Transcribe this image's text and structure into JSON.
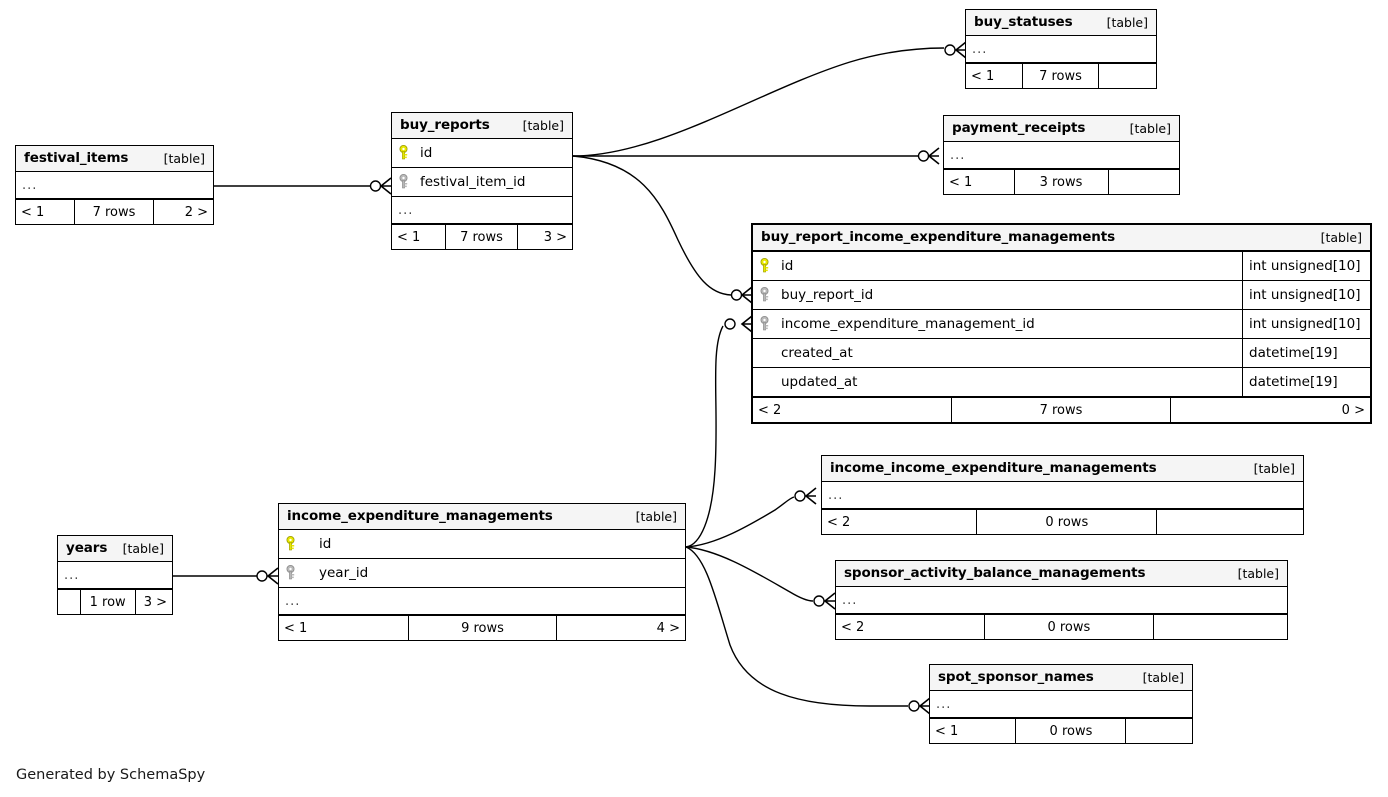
{
  "diagram": {
    "generator_credit": "Generated by SchemaSpy",
    "kind_label": "[table]",
    "ellipsis": "...",
    "colors": {
      "primary_key_icon": "#e8e800",
      "foreign_key_icon": "#b0b0b0",
      "table_header_bg": "#f5f5f5",
      "border": "#000000",
      "background": "#ffffff"
    }
  },
  "tables": {
    "festival_items": {
      "name": "festival_items",
      "kind": "[table]",
      "columns": [],
      "footer": {
        "left": "< 1",
        "center": "7 rows",
        "right": "2 >"
      }
    },
    "buy_reports": {
      "name": "buy_reports",
      "kind": "[table]",
      "columns": [
        {
          "key": "primary",
          "name": "id"
        },
        {
          "key": "foreign",
          "name": "festival_item_id"
        }
      ],
      "footer": {
        "left": "< 1",
        "center": "7 rows",
        "right": "3 >"
      }
    },
    "buy_statuses": {
      "name": "buy_statuses",
      "kind": "[table]",
      "columns": [],
      "footer": {
        "left": "< 1",
        "center": "7 rows",
        "right": ""
      }
    },
    "payment_receipts": {
      "name": "payment_receipts",
      "kind": "[table]",
      "columns": [],
      "footer": {
        "left": "< 1",
        "center": "3 rows",
        "right": ""
      }
    },
    "buy_report_income_expenditure_managements": {
      "name": "buy_report_income_expenditure_managements",
      "kind": "[table]",
      "focused": true,
      "columns": [
        {
          "key": "primary",
          "name": "id",
          "type": "int unsigned[10]"
        },
        {
          "key": "foreign",
          "name": "buy_report_id",
          "type": "int unsigned[10]"
        },
        {
          "key": "foreign",
          "name": "income_expenditure_management_id",
          "type": "int unsigned[10]"
        },
        {
          "key": "none",
          "name": "created_at",
          "type": "datetime[19]"
        },
        {
          "key": "none",
          "name": "updated_at",
          "type": "datetime[19]"
        }
      ],
      "footer": {
        "left": "< 2",
        "center": "7 rows",
        "right": "0 >"
      }
    },
    "income_income_expenditure_managements": {
      "name": "income_income_expenditure_managements",
      "kind": "[table]",
      "columns": [],
      "footer": {
        "left": "< 2",
        "center": "0 rows",
        "right": ""
      }
    },
    "sponsor_activity_balance_managements": {
      "name": "sponsor_activity_balance_managements",
      "kind": "[table]",
      "columns": [],
      "footer": {
        "left": "< 2",
        "center": "0 rows",
        "right": ""
      }
    },
    "spot_sponsor_names": {
      "name": "spot_sponsor_names",
      "kind": "[table]",
      "columns": [],
      "footer": {
        "left": "< 1",
        "center": "0 rows",
        "right": ""
      }
    },
    "income_expenditure_managements": {
      "name": "income_expenditure_managements",
      "kind": "[table]",
      "columns": [
        {
          "key": "primary",
          "name": "id"
        },
        {
          "key": "foreign",
          "name": "year_id"
        }
      ],
      "footer": {
        "left": "< 1",
        "center": "9 rows",
        "right": "4 >"
      }
    },
    "years": {
      "name": "years",
      "kind": "[table]",
      "columns": [],
      "footer": {
        "left": "",
        "center": "1 row",
        "right": "3 >"
      }
    }
  },
  "relationships": [
    {
      "from": "festival_items",
      "to": "buy_reports.festival_item_id"
    },
    {
      "from": "buy_reports.id",
      "to": "buy_statuses"
    },
    {
      "from": "buy_reports.id",
      "to": "payment_receipts"
    },
    {
      "from": "buy_reports.id",
      "to": "buy_report_income_expenditure_managements.buy_report_id"
    },
    {
      "from": "income_expenditure_managements.id",
      "to": "buy_report_income_expenditure_managements.income_expenditure_management_id"
    },
    {
      "from": "income_expenditure_managements.id",
      "to": "income_income_expenditure_managements"
    },
    {
      "from": "income_expenditure_managements.id",
      "to": "sponsor_activity_balance_managements"
    },
    {
      "from": "income_expenditure_managements.id",
      "to": "spot_sponsor_names"
    },
    {
      "from": "years",
      "to": "income_expenditure_managements.year_id"
    }
  ]
}
